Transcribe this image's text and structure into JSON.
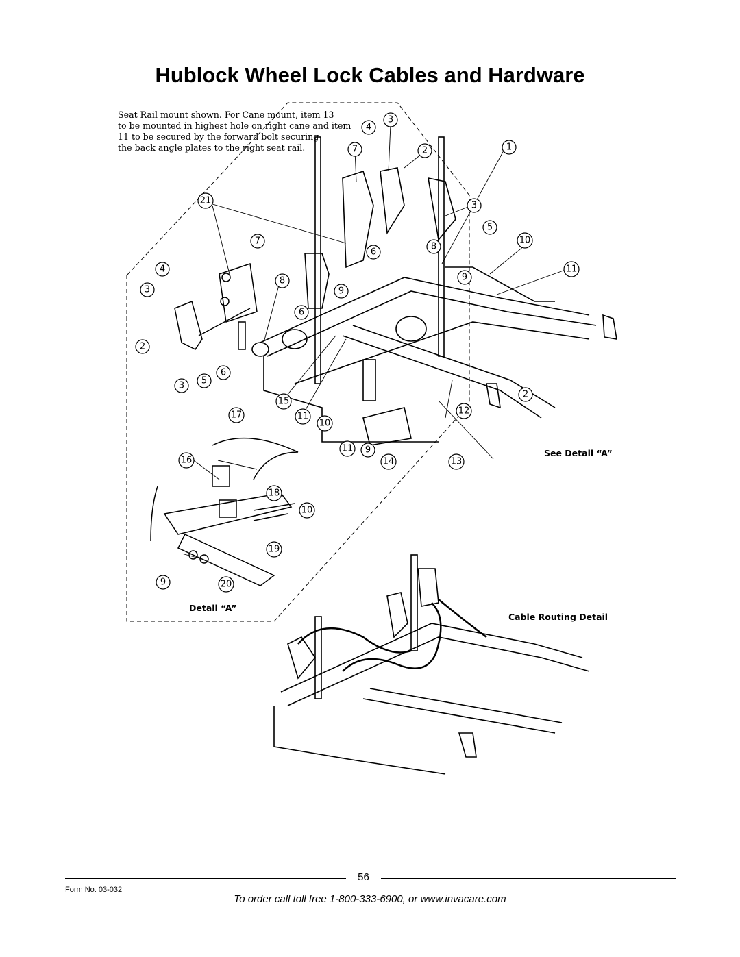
{
  "page": {
    "title": "Hublock Wheel Lock Cables and Hardware",
    "page_number": "56",
    "form_no": "Form No.  03-032",
    "order_line": "To order call toll free 1-800-333-6900, or www.invacare.com"
  },
  "figure": {
    "note_lines": [
      "Seat Rail mount shown. For Cane mount, item 13",
      "to be mounted in highest hole on right cane and item",
      "11 to be secured by the forward bolt securing",
      "the back angle plates to the right seat rail."
    ],
    "see_detail_label": "See Detail “A”",
    "detail_label": "Detail “A”",
    "routing_label": "Cable Routing Detail",
    "callouts": [
      "1",
      "2",
      "3",
      "4",
      "5",
      "6",
      "7",
      "8",
      "9",
      "10",
      "11",
      "12",
      "13",
      "14",
      "15",
      "16",
      "17",
      "18",
      "19",
      "20",
      "21"
    ]
  }
}
